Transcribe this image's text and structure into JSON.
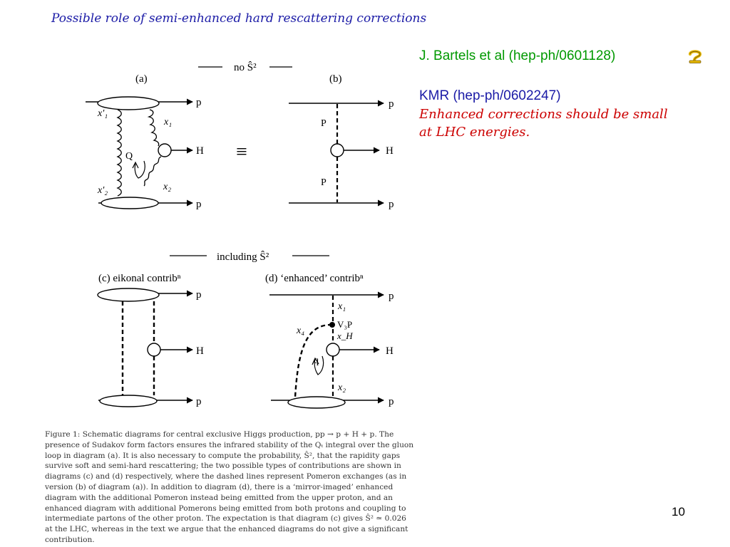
{
  "slide": {
    "title": "Possible role of semi-enhanced hard rescattering corrections",
    "page_number": "10"
  },
  "references": {
    "bartels": "J. Bartels et al (hep-ph/0601128)",
    "kmr": "KMR (hep-ph/0602247)",
    "kmr_note_lines": [
      "Enhanced corrections should be small",
      "at LHC energies."
    ]
  },
  "icon": {
    "question": "question-mark-icon",
    "color": "#e6b800"
  },
  "colors": {
    "title": "#1a1aa6",
    "bartels": "#009900",
    "kmr": "#1a1aa6",
    "note": "#cc0000"
  },
  "figure": {
    "no_s2_label": "no Ŝ²",
    "including_s2_label": "including Ŝ²",
    "panel_a": "(a)",
    "panel_b": "(b)",
    "panel_c": "(c)  eikonal contribⁿ",
    "panel_d": "(d)  ‘enhanced’ contribⁿ",
    "equiv": "≡",
    "p": "p",
    "H": "H",
    "P": "P",
    "Q": "Q",
    "q": "q",
    "x1p": "x′₁",
    "x2p": "x′₂",
    "x1": "x₁",
    "x2": "x₂",
    "x4": "x₄",
    "xH": "x_H",
    "v3p": "V₃P"
  },
  "caption_lines": [
    "Figure 1: Schematic diagrams for central exclusive Higgs production, pp → p + H + p.  The",
    "presence of Sudakov form factors ensures the infrared stability of the Qₜ integral over the gluon",
    "loop in diagram (a). It is also necessary to compute the probability, Ŝ², that the rapidity gaps",
    "survive soft and semi-hard rescattering; the two possible types of contributions are shown in",
    "diagrams (c) and (d) respectively, where the dashed lines represent Pomeron exchanges (as in",
    "version (b) of diagram (a)). In addition to diagram (d), there is a ‘mirror-imaged’ enhanced",
    "diagram with the additional Pomeron instead being emitted from the upper proton, and an",
    "enhanced diagram with additional Pomerons being emitted from both protons and coupling to",
    "intermediate partons of the other proton. The expectation is that diagram (c) gives Ŝ² ≃ 0.026",
    "at the LHC, whereas in the text we argue that the enhanced diagrams do not give a significant",
    "contribution."
  ]
}
